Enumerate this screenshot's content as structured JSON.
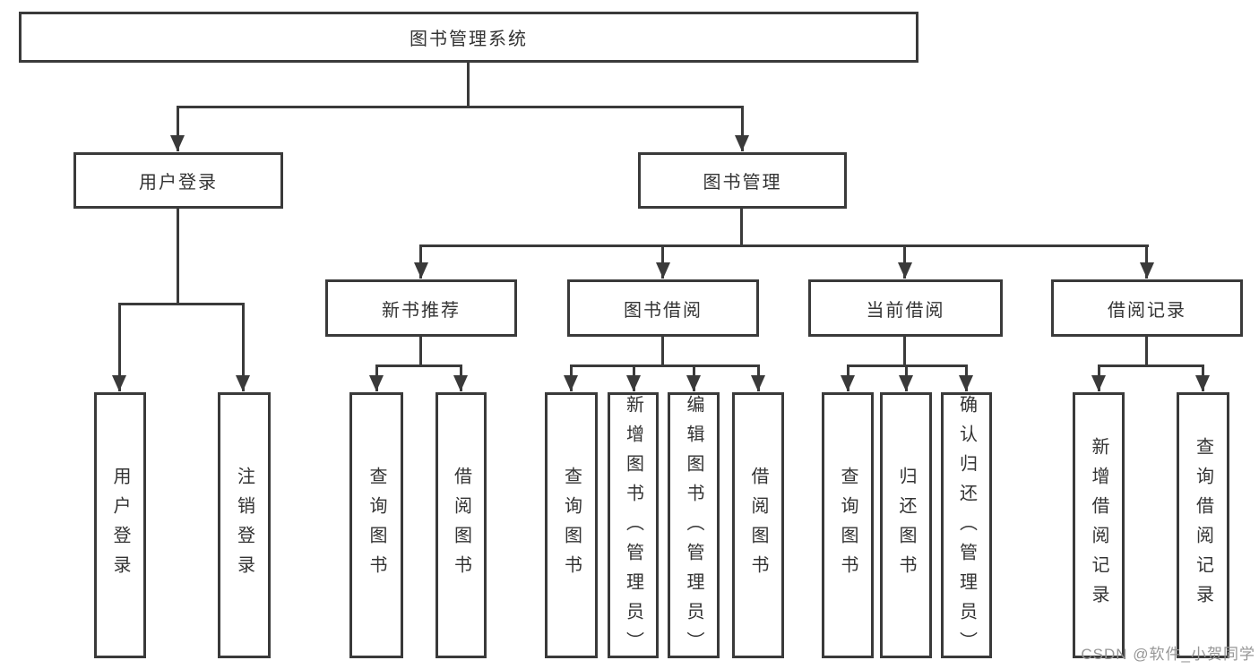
{
  "colors": {
    "line": "#3a3a3a",
    "text": "#333333",
    "background": "#ffffff",
    "watermark": "#969696"
  },
  "watermark": {
    "text": "CSDN @软件_小贺同学"
  },
  "tree": {
    "root": {
      "label": "图书管理系统"
    },
    "branches": [
      {
        "label": "用户登录",
        "children": [
          {
            "label": "用户登录"
          },
          {
            "label": "注销登录"
          }
        ]
      },
      {
        "label": "图书管理",
        "children": [
          {
            "label": "新书推荐",
            "children": [
              {
                "label": "查询图书"
              },
              {
                "label": "借阅图书"
              }
            ]
          },
          {
            "label": "图书借阅",
            "children": [
              {
                "label": "查询图书"
              },
              {
                "label": "新增图书（管理员）"
              },
              {
                "label": "编辑图书（管理员）"
              },
              {
                "label": "借阅图书"
              }
            ]
          },
          {
            "label": "当前借阅",
            "children": [
              {
                "label": "查询图书"
              },
              {
                "label": "归还图书"
              },
              {
                "label": "确认归还（管理员）"
              }
            ]
          },
          {
            "label": "借阅记录",
            "children": [
              {
                "label": "新增借阅记录"
              },
              {
                "label": "查询借阅记录"
              }
            ]
          }
        ]
      }
    ]
  }
}
